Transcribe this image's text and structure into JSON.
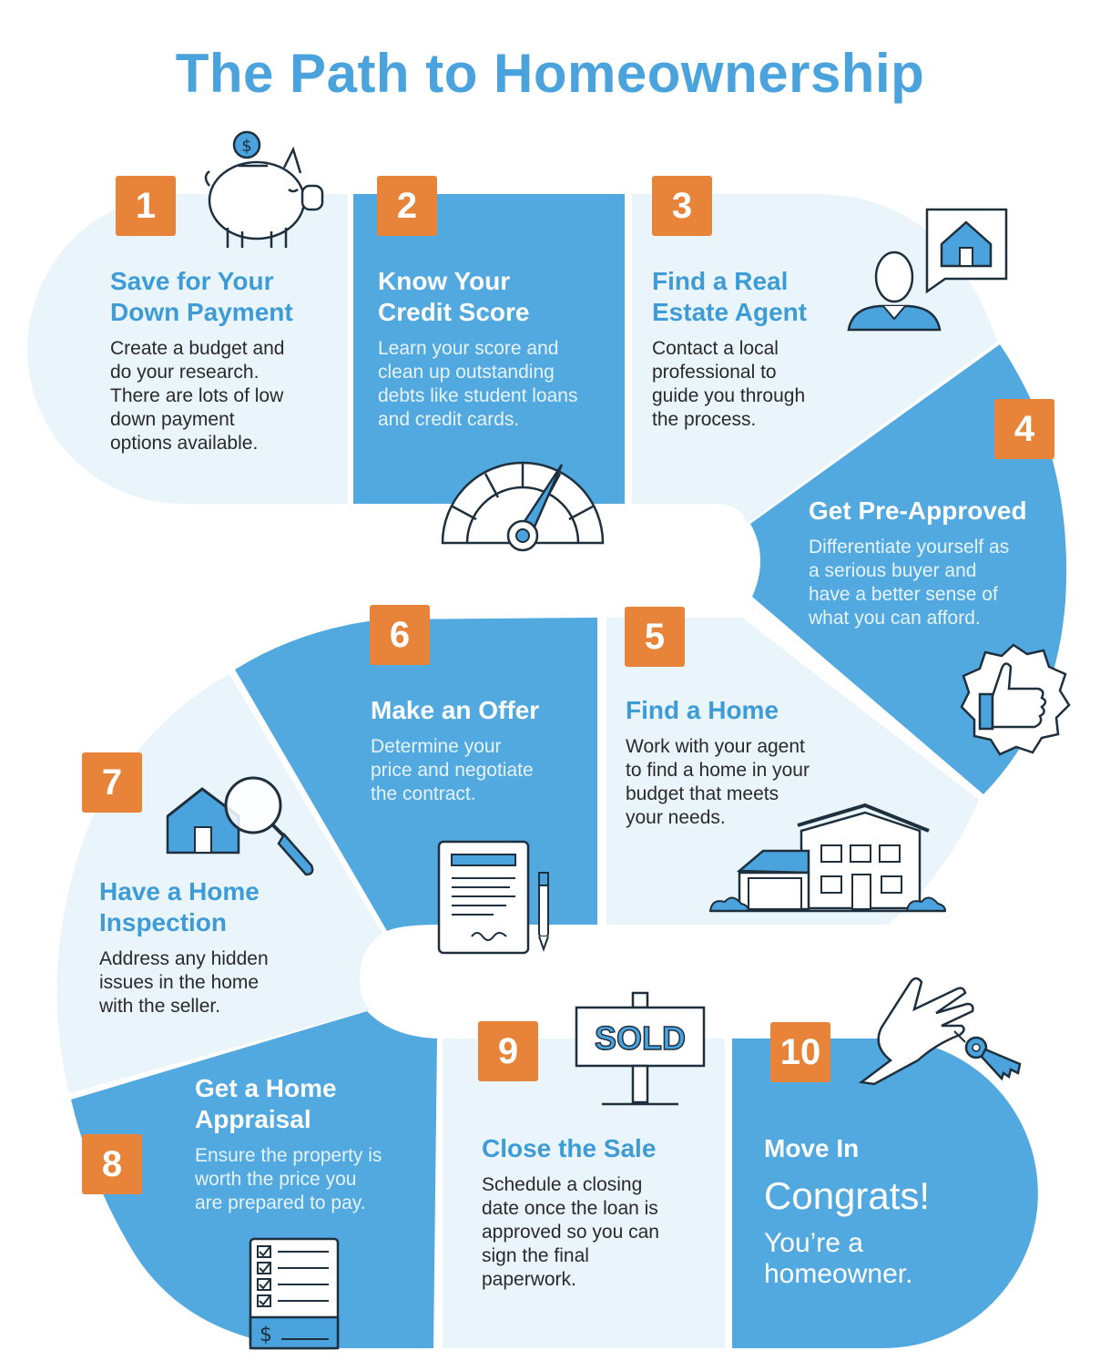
{
  "title": "The Path to Homeownership",
  "colors": {
    "accent": "#4aa3dc",
    "light_panel": "#eaf5fb",
    "dark_panel": "#52a9df",
    "badge": "#e8843a",
    "ink": "#1e2f3d"
  },
  "steps": [
    {
      "number": "1",
      "title": [
        "Save for Your",
        "Down Payment"
      ],
      "text": [
        "Create a budget and",
        "do your research.",
        "There are lots of low",
        "down payment",
        "options available."
      ],
      "icon": "piggy-bank-icon"
    },
    {
      "number": "2",
      "title": [
        "Know Your",
        "Credit Score"
      ],
      "text": [
        "Learn your score and",
        "clean up outstanding",
        "debts like student loans",
        "and credit cards."
      ],
      "icon": "credit-gauge-icon"
    },
    {
      "number": "3",
      "title": [
        "Find a Real",
        "Estate Agent"
      ],
      "text": [
        "Contact a local",
        "professional to",
        "guide you through",
        "the process."
      ],
      "icon": "agent-icon"
    },
    {
      "number": "4",
      "title": [
        "Get Pre-Approved"
      ],
      "text": [
        "Differentiate yourself as",
        "a serious buyer and",
        "have a better sense of",
        "what you can afford."
      ],
      "icon": "thumbs-up-icon"
    },
    {
      "number": "5",
      "title": [
        "Find a Home"
      ],
      "text": [
        "Work with your agent",
        "to find a home in your",
        "budget that meets",
        "your needs."
      ],
      "icon": "house-icon"
    },
    {
      "number": "6",
      "title": [
        "Make an Offer"
      ],
      "text": [
        "Determine your",
        "price and negotiate",
        "the contract."
      ],
      "icon": "contract-icon"
    },
    {
      "number": "7",
      "title": [
        "Have a Home",
        "Inspection"
      ],
      "text": [
        "Address any hidden",
        "issues in the home",
        "with the seller."
      ],
      "icon": "magnifier-house-icon"
    },
    {
      "number": "8",
      "title": [
        "Get a Home",
        "Appraisal"
      ],
      "text": [
        "Ensure the property is",
        "worth the price you",
        "are prepared to pay."
      ],
      "icon": "checklist-icon"
    },
    {
      "number": "9",
      "title": [
        "Close the Sale"
      ],
      "text": [
        "Schedule a closing",
        "date once the loan is",
        "approved so you can",
        "sign the final",
        "paperwork."
      ],
      "icon": "sold-sign-icon",
      "sign_text": "SOLD"
    },
    {
      "number": "10",
      "title": [
        "Move In"
      ],
      "big": "Congrats!",
      "tagline": [
        "You’re a",
        "homeowner."
      ],
      "icon": "hand-key-icon"
    }
  ],
  "checklist_symbol": "$"
}
